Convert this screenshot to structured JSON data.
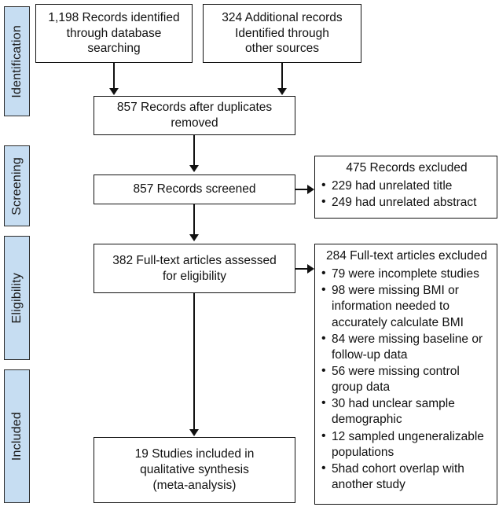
{
  "diagram": {
    "title": "PRISMA study selection flow diagram",
    "accent_color": "#c6ddf2",
    "line_color": "#111111"
  },
  "stages": [
    {
      "key": "identification",
      "label": "Identification"
    },
    {
      "key": "screening",
      "label": "Screening"
    },
    {
      "key": "eligibility",
      "label": "Eligibility"
    },
    {
      "key": "included",
      "label": "Included"
    }
  ],
  "boxes": {
    "database_search": {
      "lines": [
        "1,198 Records identified",
        "through database",
        "searching"
      ]
    },
    "other_sources": {
      "lines": [
        "324 Additional records",
        "Identified through",
        "other sources"
      ]
    },
    "after_duplicates": {
      "lines": [
        "857 Records after duplicates",
        "removed"
      ]
    },
    "screened": {
      "lines": [
        "857 Records screened"
      ]
    },
    "fulltext_assessed": {
      "lines": [
        "382 Full-text articles assessed",
        "for eligibility"
      ]
    },
    "included_studies": {
      "lines": [
        "19 Studies included in",
        "qualitative synthesis",
        "(meta-analysis)"
      ]
    }
  },
  "exclusions": {
    "records_excluded": {
      "heading": "475 Records excluded",
      "items": [
        {
          "lines": [
            "229 had unrelated title"
          ]
        },
        {
          "lines": [
            "249 had unrelated abstract"
          ]
        }
      ]
    },
    "fulltext_excluded": {
      "heading": "284 Full-text articles excluded",
      "items": [
        {
          "lines": [
            "79 were incomplete studies"
          ]
        },
        {
          "lines": [
            "98 were missing BMI or",
            "information needed to",
            "accurately calculate BMI"
          ]
        },
        {
          "lines": [
            "84 were missing baseline or",
            "follow-up data"
          ]
        },
        {
          "lines": [
            "56 were missing control",
            "group data"
          ]
        },
        {
          "lines": [
            "30 had unclear sample",
            "demographic"
          ]
        },
        {
          "lines": [
            "12 sampled ungeneralizable",
            "populations"
          ]
        },
        {
          "lines": [
            "5had cohort overlap with",
            "another study"
          ]
        }
      ]
    }
  }
}
